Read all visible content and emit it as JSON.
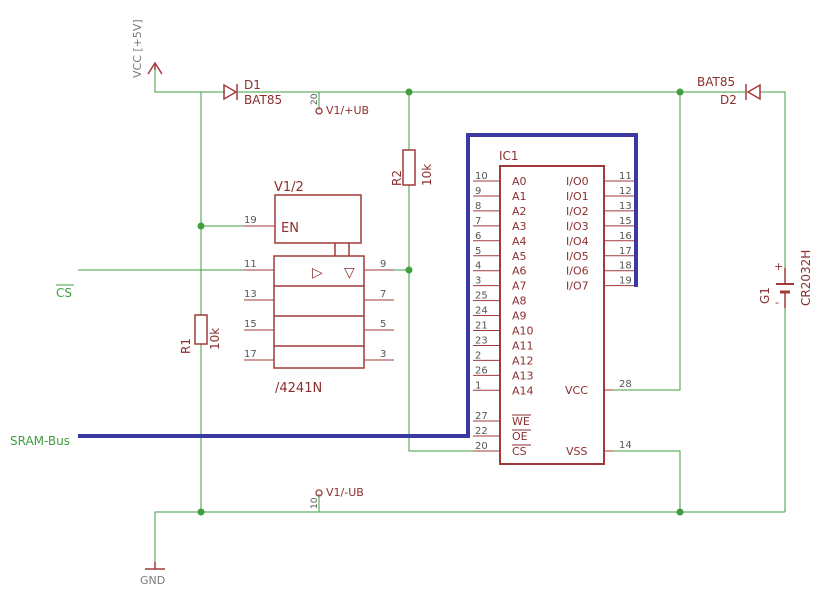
{
  "colors": {
    "wire": "#3f9f3f",
    "part": "#a23a3a",
    "text_part": "#8b2f2f",
    "text_pin": "#555555",
    "bus": "#3a3aa0",
    "supply_text": "#7a7a7a"
  },
  "supplies": {
    "vcc": "VCC [+5V]",
    "gnd": "GND"
  },
  "nets": {
    "cs": "CS",
    "sram_bus": "SRAM-Bus"
  },
  "d1": {
    "name": "D1",
    "value": "BAT85"
  },
  "d2": {
    "name": "D2",
    "value": "BAT85"
  },
  "r1": {
    "name": "R1",
    "value": "10k"
  },
  "r2": {
    "name": "R2",
    "value": "10k"
  },
  "g1": {
    "name": "G1",
    "value": "CR2032H",
    "plus": "+",
    "minus": "-"
  },
  "v1_top": {
    "pin": "20",
    "label": "V1/+UB"
  },
  "v1_bottom": {
    "pin": "10",
    "label": "V1/-UB"
  },
  "v1": {
    "name": "V1/2",
    "en": "EN",
    "part": "/4241N",
    "pins": {
      "en": "19",
      "cs_in": "11",
      "out": "9",
      "p13": "13",
      "p7": "7",
      "p15": "15",
      "p5": "5",
      "p17": "17",
      "p3": "3"
    },
    "sym_buffer": "▷",
    "sym_tristate": "▽"
  },
  "ic1": {
    "name": "IC1",
    "left_pins": [
      {
        "num": "10",
        "name": "A0"
      },
      {
        "num": "9",
        "name": "A1"
      },
      {
        "num": "8",
        "name": "A2"
      },
      {
        "num": "7",
        "name": "A3"
      },
      {
        "num": "6",
        "name": "A4"
      },
      {
        "num": "5",
        "name": "A5"
      },
      {
        "num": "4",
        "name": "A6"
      },
      {
        "num": "3",
        "name": "A7"
      },
      {
        "num": "25",
        "name": "A8"
      },
      {
        "num": "24",
        "name": "A9"
      },
      {
        "num": "21",
        "name": "A10"
      },
      {
        "num": "23",
        "name": "A11"
      },
      {
        "num": "2",
        "name": "A12"
      },
      {
        "num": "26",
        "name": "A13"
      },
      {
        "num": "1",
        "name": "A14"
      }
    ],
    "ctrl_pins": [
      {
        "num": "27",
        "name": "WE"
      },
      {
        "num": "22",
        "name": "OE"
      },
      {
        "num": "20",
        "name": "CS"
      }
    ],
    "right_pins": [
      {
        "num": "11",
        "name": "I/O0"
      },
      {
        "num": "12",
        "name": "I/O1"
      },
      {
        "num": "13",
        "name": "I/O2"
      },
      {
        "num": "15",
        "name": "I/O3"
      },
      {
        "num": "16",
        "name": "I/O4"
      },
      {
        "num": "17",
        "name": "I/O5"
      },
      {
        "num": "18",
        "name": "I/O6"
      },
      {
        "num": "19",
        "name": "I/O7"
      }
    ],
    "vcc": {
      "num": "28",
      "name": "VCC"
    },
    "vss": {
      "num": "14",
      "name": "VSS"
    }
  }
}
